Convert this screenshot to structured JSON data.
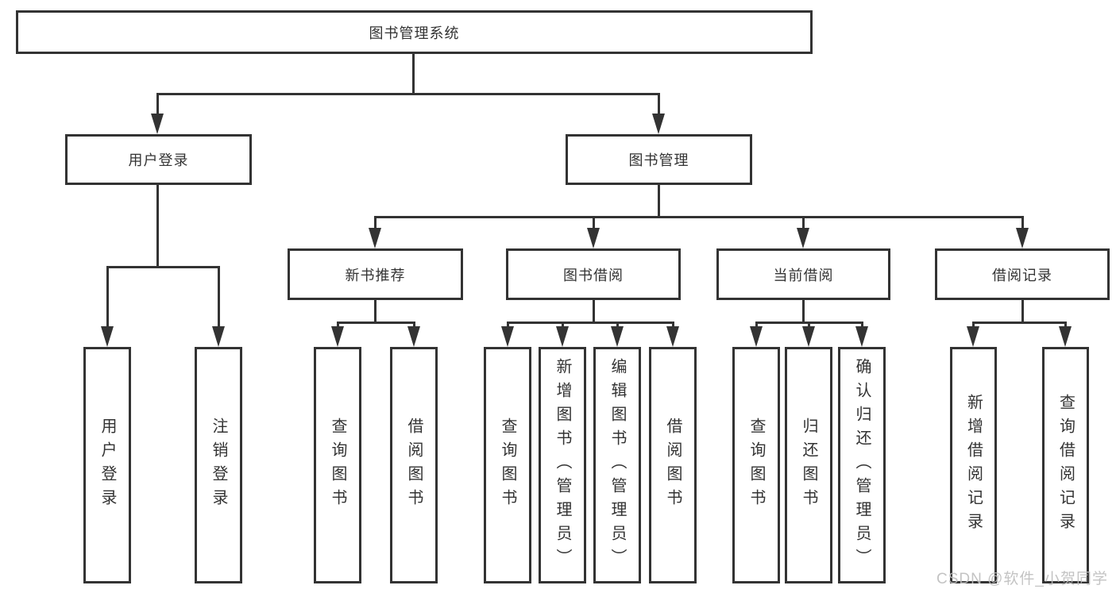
{
  "diagram": {
    "root": {
      "label": "图书管理系统"
    },
    "level2": [
      {
        "label": "用户登录"
      },
      {
        "label": "图书管理"
      }
    ],
    "level3": [
      {
        "label": "新书推荐"
      },
      {
        "label": "图书借阅"
      },
      {
        "label": "当前借阅"
      },
      {
        "label": "借阅记录"
      }
    ],
    "leaves": {
      "user_login": [
        "用户登录",
        "注销登录"
      ],
      "new_books": [
        "查询图书",
        "借阅图书"
      ],
      "book_borrow": [
        "查询图书",
        "新增图书（管理员）",
        "编辑图书（管理员）",
        "借阅图书"
      ],
      "current_borrow": [
        "查询图书",
        "归还图书",
        "确认归还（管理员）"
      ],
      "borrow_records": [
        "新增借阅记录",
        "查询借阅记录"
      ]
    },
    "colors": {
      "line": "#333333",
      "text": "#333333",
      "watermark": "#bdbdbd",
      "background": "#ffffff"
    }
  },
  "watermark": {
    "text": "CSDN @软件_小贺同学"
  }
}
